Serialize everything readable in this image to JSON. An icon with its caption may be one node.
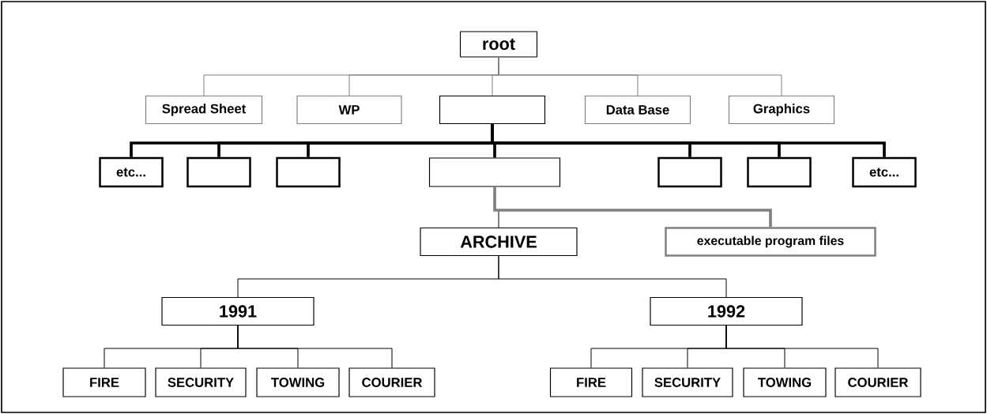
{
  "diagram": {
    "nodes": [
      {
        "text": [
          "root"
        ]
      },
      {
        "text": [
          "Spread Sheet"
        ]
      },
      {
        "text": [
          "WP"
        ]
      },
      {
        "text": [],
        "shape": "box"
      },
      {
        "text": [
          "Data Base"
        ]
      },
      {
        "text": [
          "Graphics"
        ]
      },
      {
        "text": [
          "etc..."
        ]
      },
      {
        "text": [],
        "shape": "box"
      },
      {
        "text": [],
        "shape": "box"
      },
      {
        "text": [],
        "shape": "box"
      },
      {
        "text": [],
        "shape": "box"
      },
      {
        "text": [],
        "shape": "box"
      },
      {
        "text": [
          "etc..."
        ]
      },
      {
        "text": [
          "ARCHIVE"
        ]
      },
      {
        "text": [
          "executable program files"
        ]
      },
      {
        "text": [
          "1991"
        ]
      },
      {
        "text": [
          "1992"
        ]
      },
      {
        "text": [
          "FIRE"
        ]
      },
      {
        "text": [
          "SECURITY"
        ]
      },
      {
        "text": [
          "TOWING"
        ]
      },
      {
        "text": [
          "COURIER"
        ]
      },
      {
        "text": [
          "FIRE"
        ]
      },
      {
        "text": [
          "SECURITY"
        ]
      },
      {
        "text": [
          "TOWING"
        ]
      },
      {
        "text": [
          "COURIER"
        ]
      }
    ],
    "edges": [
      {
        "from": 0,
        "to": 1,
        "arrow": "none",
        "color": "#808080"
      },
      {
        "from": 0,
        "to": 2,
        "arrow": "none",
        "color": "#808080"
      },
      {
        "from": 0,
        "to": 3,
        "arrow": "none",
        "color": "#808080"
      },
      {
        "from": 0,
        "to": 4,
        "arrow": "none",
        "color": "#808080"
      },
      {
        "from": 0,
        "to": 5,
        "arrow": "none",
        "color": "#808080"
      },
      {
        "from": 3,
        "to": 6,
        "arrow": "none",
        "style": "thick"
      },
      {
        "from": 3,
        "to": 7,
        "arrow": "none",
        "style": "thick"
      },
      {
        "from": 3,
        "to": 8,
        "arrow": "none",
        "style": "thick"
      },
      {
        "from": 3,
        "to": 9,
        "arrow": "none",
        "style": "thick"
      },
      {
        "from": 3,
        "to": 10,
        "arrow": "none",
        "style": "thick"
      },
      {
        "from": 3,
        "to": 11,
        "arrow": "none",
        "style": "thick"
      },
      {
        "from": 3,
        "to": 12,
        "arrow": "none",
        "style": "thick"
      },
      {
        "from": 9,
        "to": 13,
        "arrow": "none"
      },
      {
        "from": 9,
        "to": 14,
        "arrow": "none",
        "style": "thick",
        "color": "#808080"
      },
      {
        "from": 13,
        "to": 15,
        "arrow": "none"
      },
      {
        "from": 13,
        "to": 16,
        "arrow": "none"
      },
      {
        "from": 15,
        "to": 17,
        "arrow": "none"
      },
      {
        "from": 15,
        "to": 18,
        "arrow": "none"
      },
      {
        "from": 15,
        "to": 19,
        "arrow": "none"
      },
      {
        "from": 15,
        "to": 20,
        "arrow": "none"
      },
      {
        "from": 16,
        "to": 21,
        "arrow": "none"
      },
      {
        "from": 16,
        "to": 22,
        "arrow": "none"
      },
      {
        "from": 16,
        "to": 23,
        "arrow": "none"
      },
      {
        "from": 16,
        "to": 24,
        "arrow": "none"
      }
    ]
  }
}
